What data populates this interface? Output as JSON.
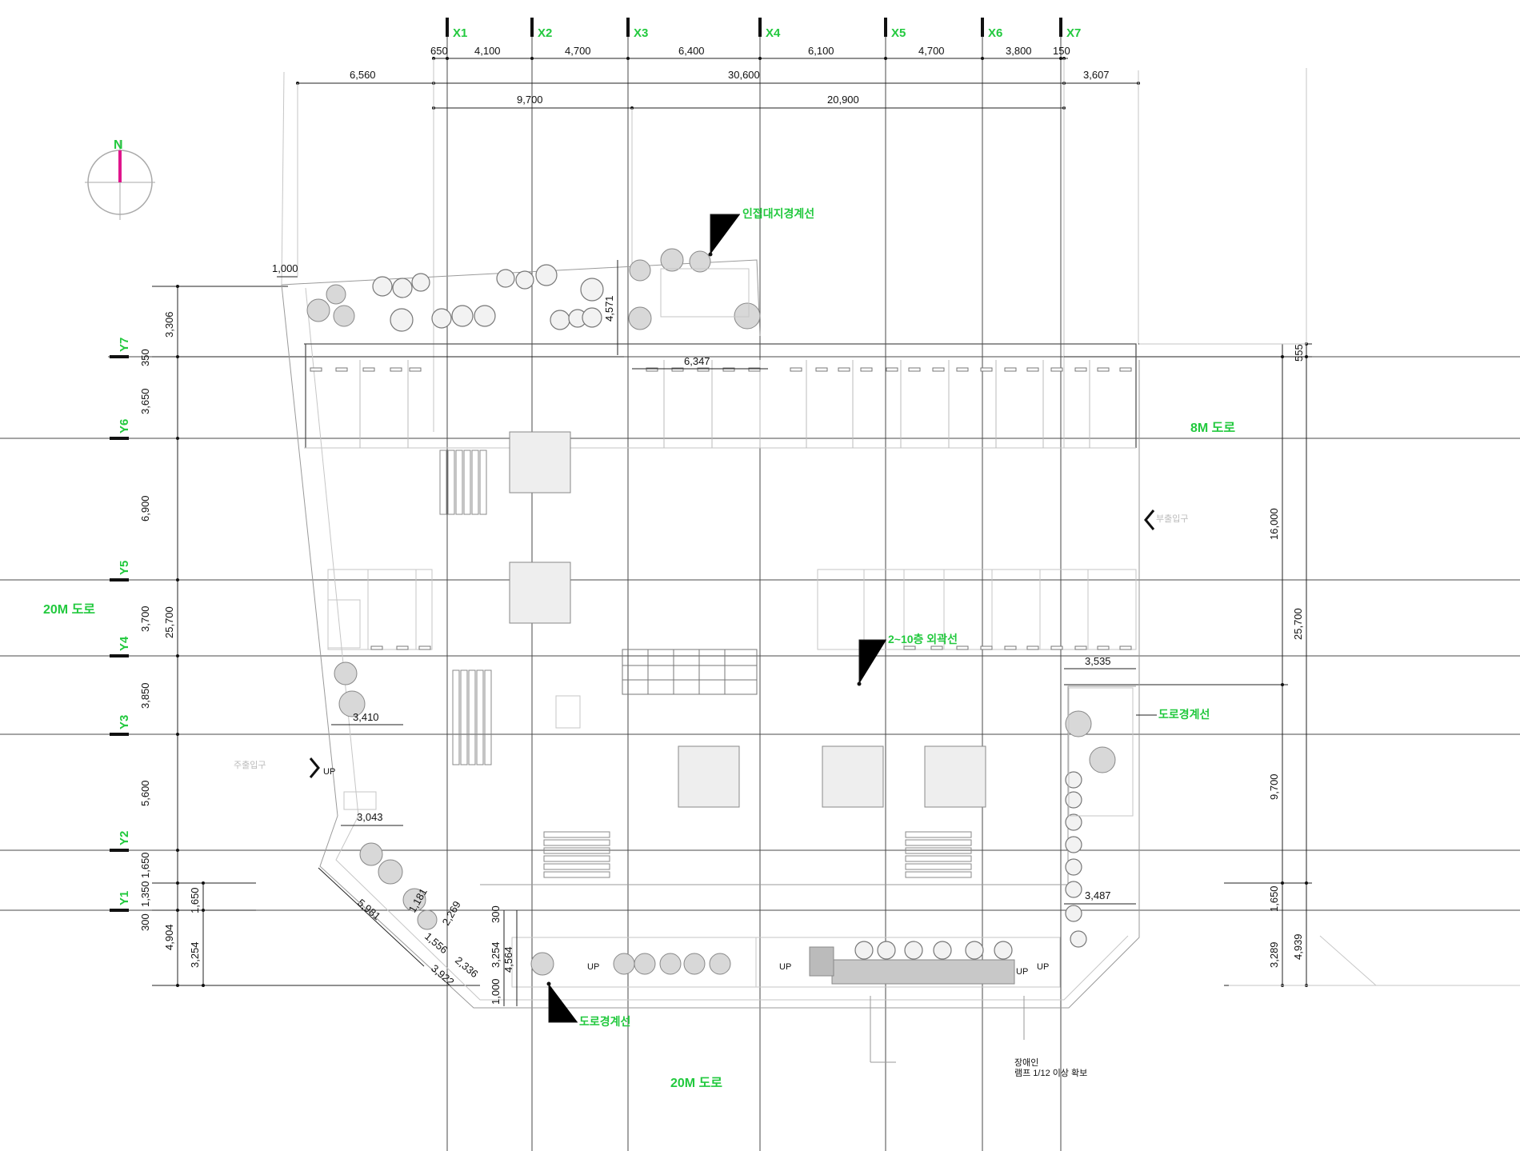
{
  "colors": {
    "label_green": "#22c93e",
    "north_arrow": "#e0168c",
    "grid_line": "#4a4a4a"
  },
  "axes_x": [
    {
      "label": "X1"
    },
    {
      "label": "X2"
    },
    {
      "label": "X3"
    },
    {
      "label": "X4"
    },
    {
      "label": "X5"
    },
    {
      "label": "X6"
    },
    {
      "label": "X7"
    }
  ],
  "axes_y": [
    {
      "label": "Y7"
    },
    {
      "label": "Y6"
    },
    {
      "label": "Y5"
    },
    {
      "label": "Y4"
    },
    {
      "label": "Y3"
    },
    {
      "label": "Y2"
    },
    {
      "label": "Y1"
    }
  ],
  "dims": {
    "top_row1": [
      "650",
      "4,100",
      "4,700",
      "6,400",
      "6,100",
      "4,700",
      "3,800",
      "150"
    ],
    "top_row2": [
      "6,560",
      "30,600",
      "3,607"
    ],
    "top_row3": [
      "9,700",
      "20,900"
    ],
    "left_col": [
      "3,306",
      "350",
      "3,650",
      "6,900",
      "3,700",
      "25,700",
      "3,850",
      "5,600",
      "1,650",
      "1,350",
      "300",
      "4,904",
      "1,650",
      "3,254"
    ],
    "right_col": [
      "555",
      "16,000",
      "25,700",
      "9,700",
      "1,650",
      "4,939",
      "3,289"
    ],
    "interior": {
      "d1000": "1,000",
      "d4571": "4,571",
      "d6347": "6,347",
      "d3410": "3,410",
      "d3043": "3,043",
      "d3535": "3,535",
      "d3487": "3,487",
      "d5981": "5,981",
      "d1181": "1,181",
      "d2269": "2,269",
      "d1556": "1,556",
      "d2336": "2,336",
      "d3922": "3,922",
      "d300": "300",
      "d3254": "3,254",
      "d4564": "4,564",
      "d1000b": "1,000"
    }
  },
  "labels": {
    "north": "N",
    "road_east": "8M 도로",
    "road_west": "20M 도로",
    "road_south": "20M 도로",
    "site_boundary": "인접대지경계선",
    "floor_outline": "2~10층 외곽선",
    "road_boundary_east": "도로경계선",
    "road_boundary_south": "도로경계선",
    "ramp_note_1": "장애인",
    "ramp_note_2": "램프 1/12 이상 확보",
    "up": "UP",
    "entrance_east": "부출입구",
    "entrance_west": "주출입구"
  }
}
